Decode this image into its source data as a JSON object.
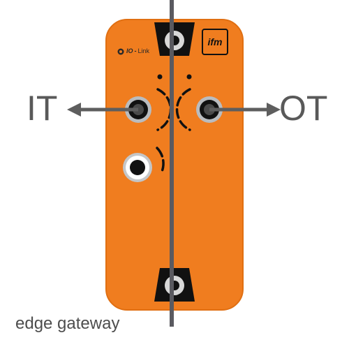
{
  "labels": {
    "left": "IT",
    "right": "OT",
    "caption": "edge gateway"
  },
  "device": {
    "protocol_logo_prefix": "IO",
    "protocol_name": "Link",
    "brand": "ifm"
  },
  "icons": [
    "link-icon",
    "arrow-left-icon",
    "arrow-right-icon",
    "connector-port-icon",
    "mounting-hole-icon",
    "led-indicator-icon"
  ],
  "colors": {
    "housing": "#f07d1f",
    "housing_edge": "#e06f12",
    "divider": "#5a5a60",
    "arrow": "#5e5e5e",
    "text": "#595959",
    "port_ring": "#b9bcbf",
    "black": "#111111"
  }
}
